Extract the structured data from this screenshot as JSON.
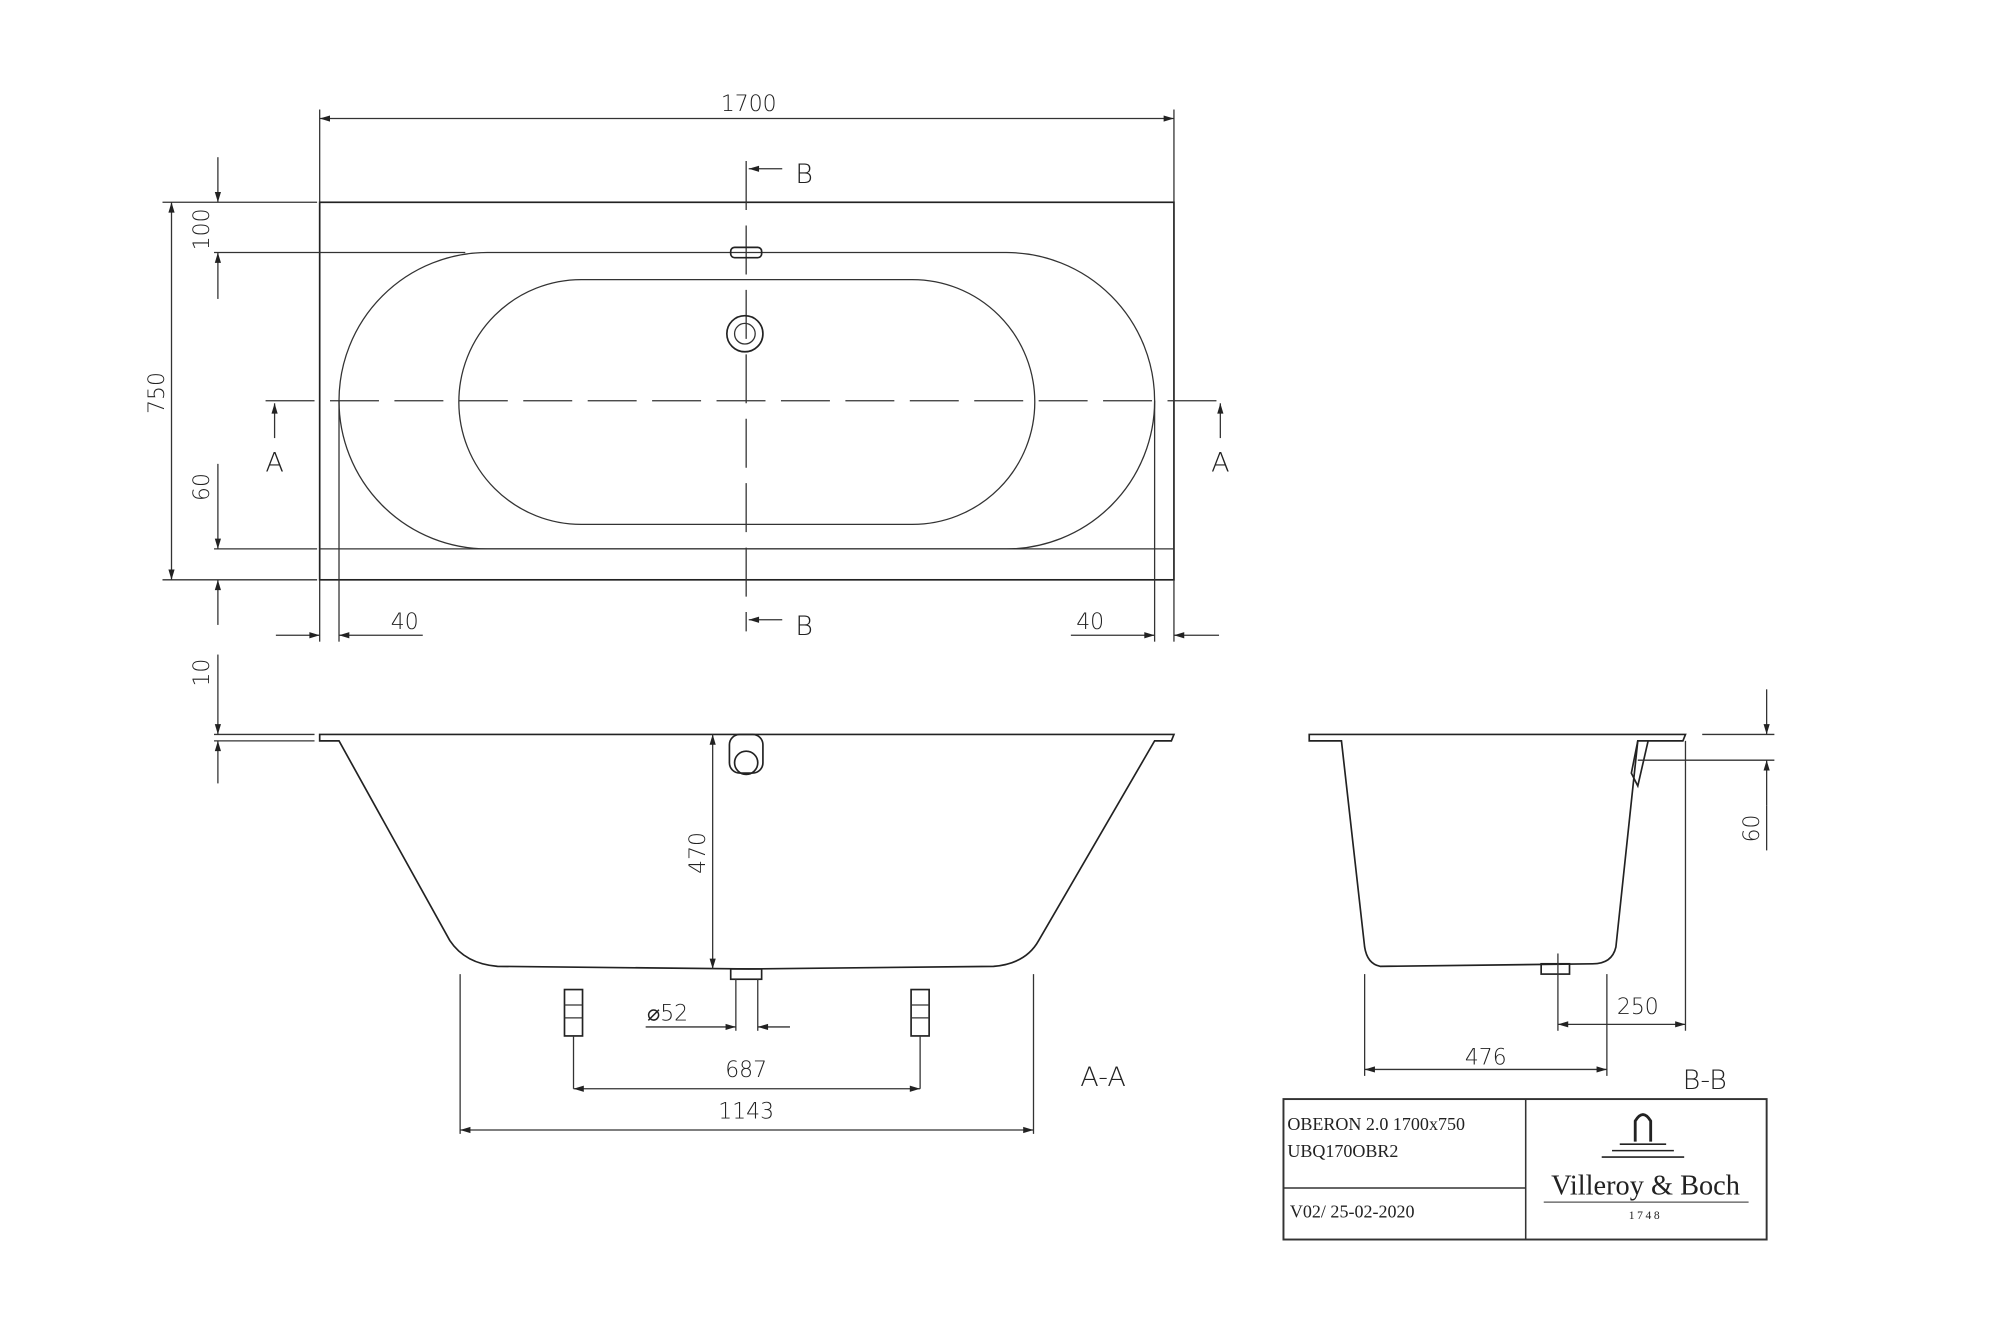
{
  "dimensions": {
    "overall_length": "1700",
    "overall_width": "750",
    "rim_top": "100",
    "rim_bottom": "60",
    "rim_left": "40",
    "rim_right": "40",
    "rim_thickness": "10",
    "depth": "470",
    "drain_diameter": "⌀52",
    "feet_spacing": "687",
    "base_length": "1143",
    "bb_overflow_height": "60",
    "bb_drain_offset": "250",
    "bb_base_width": "476"
  },
  "section_markers": {
    "a": "A",
    "b": "B",
    "section_aa": "A-A",
    "section_bb": "B-B"
  },
  "title_block": {
    "product": "OBERON 2.0 1700x750",
    "code": "UBQ170OBR2",
    "version": "V02/ 25-02-2020",
    "brand": "Villeroy & Boch",
    "brand_year": "1748"
  }
}
